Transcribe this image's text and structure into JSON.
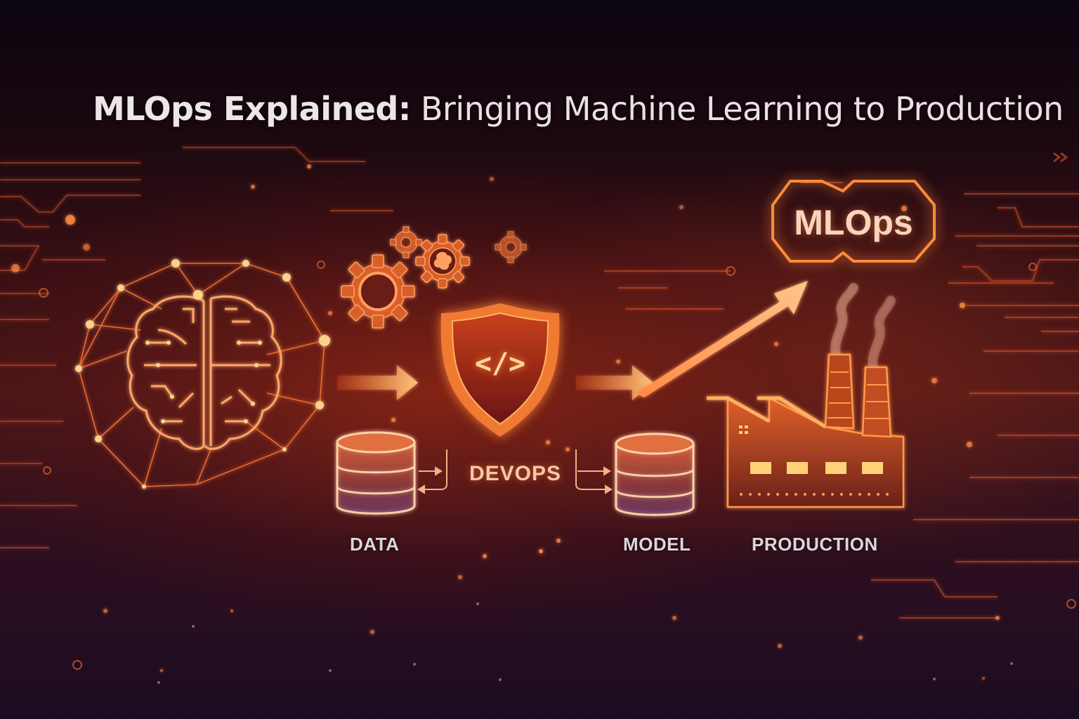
{
  "title": {
    "bold_part": "MLOps Explained:",
    "light_part": " Bringing Machine Learning to Production"
  },
  "diagram": {
    "nodes": [
      {
        "id": "brain",
        "icon": "brain-network-icon",
        "label": ""
      },
      {
        "id": "gears",
        "icon": "gears-icon",
        "label": ""
      },
      {
        "id": "devops",
        "icon": "code-shield-icon",
        "label": "DEVOPS"
      },
      {
        "id": "data",
        "icon": "database-icon",
        "label": "DATA"
      },
      {
        "id": "model",
        "icon": "database-icon",
        "label": "MODEL"
      },
      {
        "id": "production",
        "icon": "factory-icon",
        "label": "PRODUCTION"
      },
      {
        "id": "mlops_badge",
        "icon": "hexagon-badge-icon",
        "label": "MLOps"
      }
    ],
    "edges": [
      {
        "from": "brain",
        "to": "devops",
        "style": "arrow"
      },
      {
        "from": "devops",
        "to": "production",
        "style": "arrow"
      },
      {
        "from": "production",
        "to": "mlops_badge",
        "style": "diagonal-arrow"
      },
      {
        "from": "data",
        "to": "devops",
        "style": "bidirectional-small-arrows"
      },
      {
        "from": "devops",
        "to": "model",
        "style": "small-arrows"
      }
    ],
    "code_glyph": "</>"
  },
  "colors": {
    "accent": "#ff7a2e",
    "glow": "#ffb067",
    "background_top": "#0c0510",
    "background_mid": "#4a1618",
    "background_bottom": "#1c0c22",
    "title_text": "#ece6e8",
    "label_text": "#dcd6da",
    "devops_text": "#f6c7a4"
  }
}
